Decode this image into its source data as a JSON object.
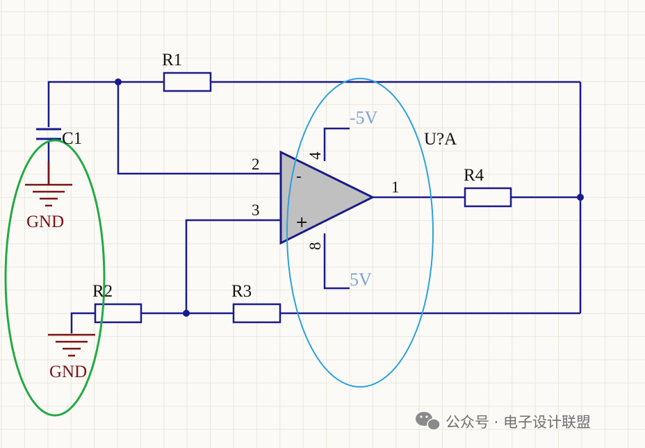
{
  "diagram": {
    "components": {
      "r1": "R1",
      "r2": "R2",
      "r3": "R3",
      "r4": "R4",
      "c1": "C1",
      "opamp": "U?A"
    },
    "pins": {
      "pin2": "2",
      "pin3": "3",
      "pin4": "4",
      "pin8": "8",
      "pin1": "1",
      "minus": "-",
      "plus": "+"
    },
    "power": {
      "negative": "-5V",
      "positive": "5V"
    },
    "ground": {
      "top": "GND",
      "bottom": "GND"
    },
    "colors": {
      "wire": "#1a1a8c",
      "opamp_fill": "#c0c0c0",
      "ground": "#7a1212",
      "power_label": "#7fa2d6",
      "green_outline": "#22aa44",
      "blue_outline": "#2aa0e0",
      "grid": "#ebe7dd"
    }
  },
  "watermark": {
    "text": "公众号 · 电子设计联盟",
    "icon": "wechat-icon"
  }
}
